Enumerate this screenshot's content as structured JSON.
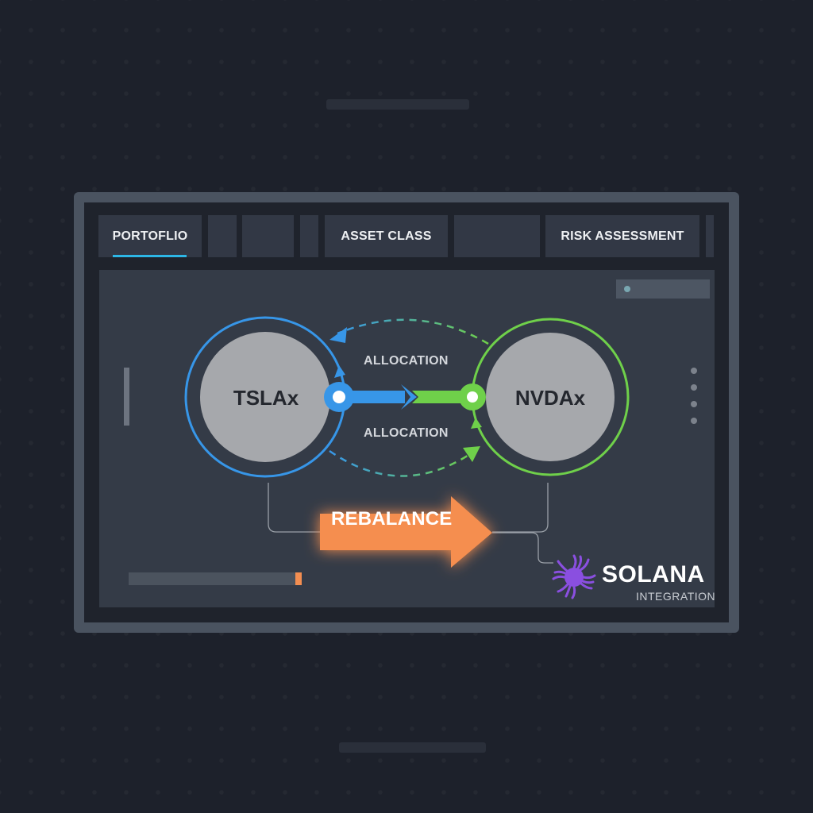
{
  "tabs": [
    {
      "label": "PORTOFLIO",
      "active": true
    },
    {
      "label": ""
    },
    {
      "label": ""
    },
    {
      "label": ""
    },
    {
      "label": "ASSET CLASS"
    },
    {
      "label": ""
    },
    {
      "label": "RISK ASSESSMENT"
    },
    {
      "label": ""
    }
  ],
  "diagram": {
    "nodes": [
      {
        "id": "tslax",
        "label": "TSLAx",
        "ring_color": "#3796e8"
      },
      {
        "id": "nvdax",
        "label": "NVDAx",
        "ring_color": "#6fd04a"
      }
    ],
    "edge_labels": {
      "top": "ALLOCATION",
      "bottom": "ALLOCATION"
    },
    "action": {
      "label": "REBALANCE",
      "color": "#f58e4f"
    },
    "integration": {
      "brand": "SOLANA",
      "subtitle": "INTEGRATION",
      "icon": "sun-icon",
      "icon_color": "#8a4fe0"
    }
  },
  "colors": {
    "background": "#1d212b",
    "frame": "#4a5360",
    "content": "#343b47",
    "active_tab_underline": "#2db7e6",
    "blue": "#3796e8",
    "green": "#6fd04a",
    "orange": "#f58e4f"
  }
}
